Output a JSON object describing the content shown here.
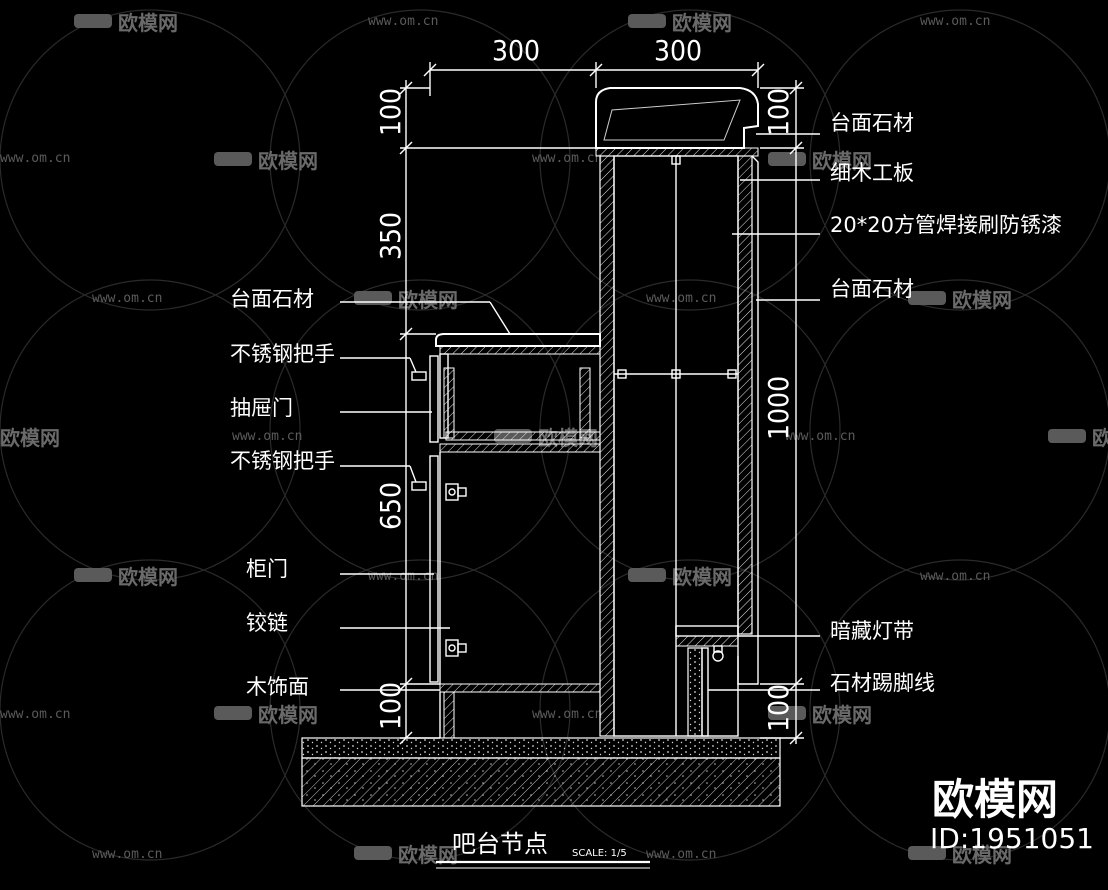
{
  "drawing": {
    "title": "吧台节点",
    "scale": "SCALE: 1/5"
  },
  "dimensions": {
    "top_left": "300",
    "top_right": "300",
    "left_100_top": "100",
    "left_350": "350",
    "left_650": "650",
    "left_100_bottom": "100",
    "right_100_top": "100",
    "right_1000": "1000",
    "right_100_bottom": "100"
  },
  "labels_right": [
    "台面石材",
    "细木工板",
    "20*20方管焊接刷防锈漆",
    "台面石材",
    "暗藏灯带",
    "石材踢脚线"
  ],
  "labels_left": [
    "台面石材",
    "不锈钢把手",
    "抽屉门",
    "不锈钢把手",
    "柜门",
    "铰链",
    "木饰面"
  ],
  "watermark": {
    "url": "www.om.cn",
    "brand": "欧模网"
  },
  "corner": {
    "brand": "欧模网",
    "id": "ID:1951051"
  }
}
